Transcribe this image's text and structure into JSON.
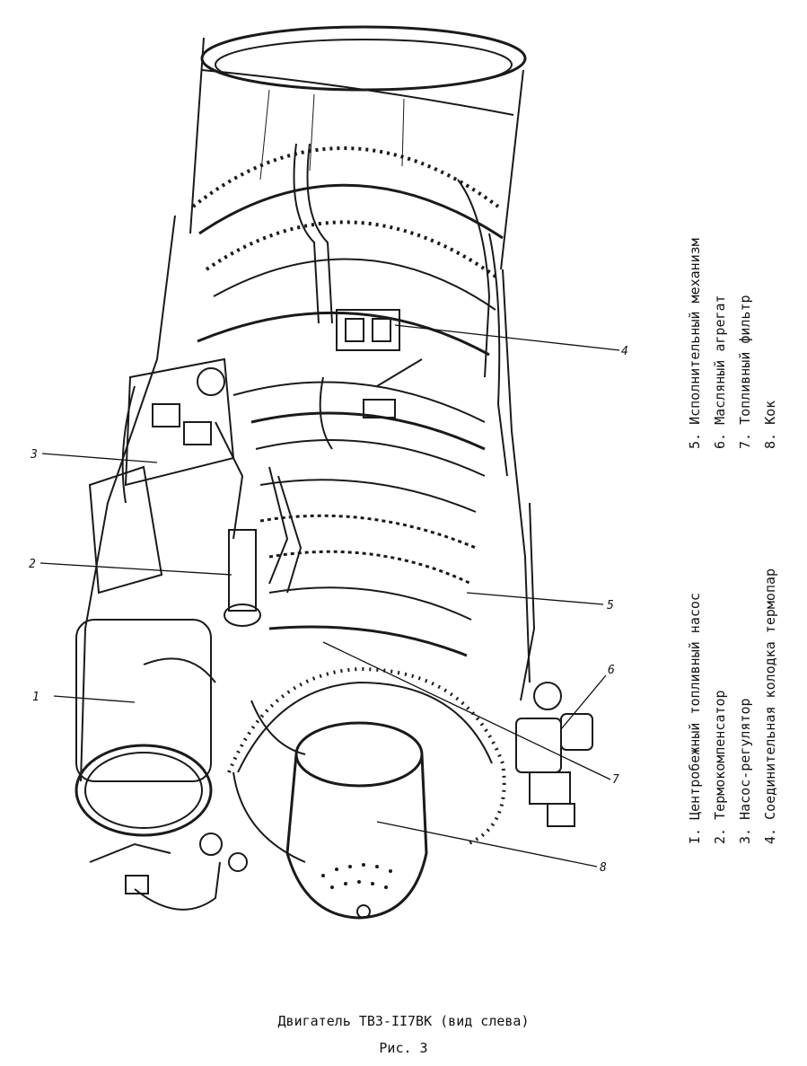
{
  "callouts": [
    "1",
    "2",
    "3",
    "4",
    "5",
    "6",
    "7",
    "8"
  ],
  "legend": [
    "I. Центробежный топливный насос",
    "2. Термокомпенсатор",
    "3. Насос-регулятор",
    "4. Соединительная колодка термопар",
    "5. Исполнительный механизм",
    "6. Масляный агрегат",
    "7. Топливный фильтр",
    "8. Кок"
  ],
  "caption": "Двигатель ТВ3-II7ВК (вид слева)",
  "figure_number": "Рис. 3"
}
